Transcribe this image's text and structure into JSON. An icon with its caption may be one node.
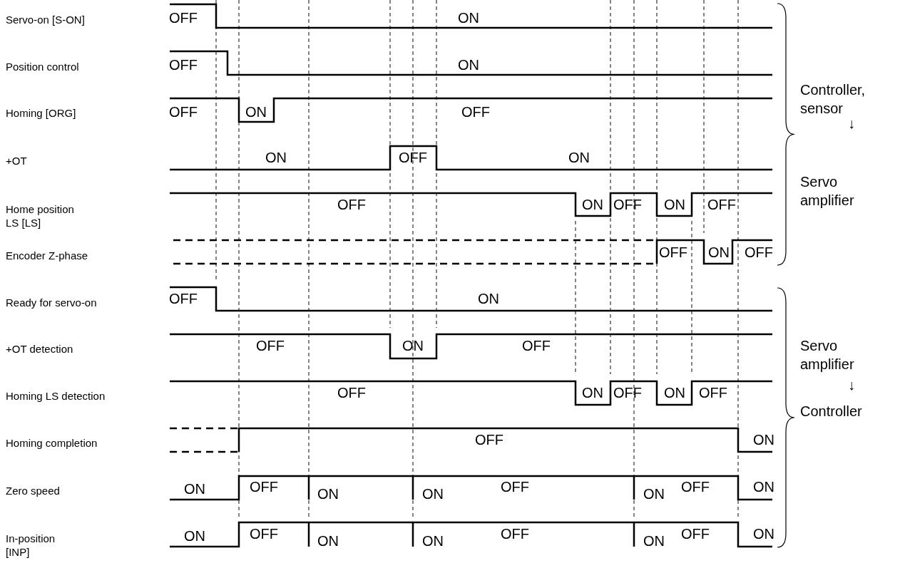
{
  "diagram": {
    "labels": [
      "Servo-on [S-ON]",
      "OFF",
      "ON",
      "Position control",
      "OFF",
      "ON",
      "Homing [ORG]",
      "OFF",
      "ON",
      "OFF",
      "+OT",
      "ON",
      "OFF",
      "ON",
      "Home position LS [LS]",
      "OFF",
      "ON",
      "OFF",
      "ON",
      "OFF",
      "Encoder Z-phase",
      "OFF",
      "ON",
      "OFF",
      "Ready for servo-on",
      "OFF",
      "ON",
      "+OT detection",
      "OFF",
      "ON",
      "OFF",
      "Homing LS detection",
      "OFF",
      "ON",
      "OFF",
      "ON",
      "OFF",
      "Homing completion",
      "OFF",
      "ON",
      "Zero speed",
      "ON",
      "OFF",
      "ON",
      "ON",
      "OFF",
      "ON",
      "OFF",
      "ON",
      "In-position [INP]",
      "ON",
      "OFF",
      "ON",
      "ON",
      "OFF",
      "ON",
      "OFF",
      "ON",
      "Controller, sensor",
      "↓",
      "Servo amplifier",
      "Servo amplifier",
      "↓",
      "Controller"
    ]
  }
}
